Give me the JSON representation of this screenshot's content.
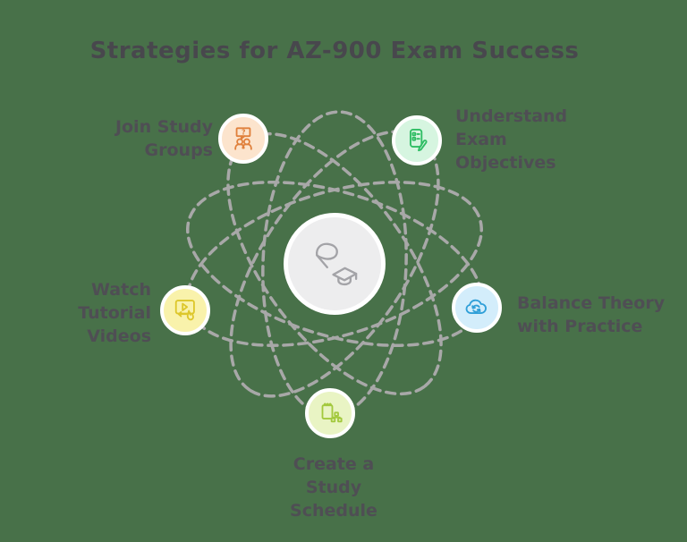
{
  "title": "Strategies for AZ-900 Exam Success",
  "colors": {
    "background": "#487149",
    "orbit": "#a8a8a8",
    "title_text": "#48474d",
    "label_text": "#4f4e54"
  },
  "center": {
    "icon": "flag-and-graduation-cap-icon",
    "bg": "#ededee",
    "icon_color": "#a3a3a7"
  },
  "nodes": [
    {
      "key": "join-study-groups",
      "label": "Join Study\nGroups",
      "icon": "study-group-discussion-icon",
      "bg": "#fce4cd",
      "icon_color": "#e0803c",
      "bubble_text": "?"
    },
    {
      "key": "understand-exam-objectives",
      "label": "Understand\nExam\nObjectives",
      "icon": "checklist-pencil-icon",
      "bg": "#d6f5e0",
      "icon_color": "#2fbd64"
    },
    {
      "key": "watch-tutorial-videos",
      "label": "Watch\nTutorial\nVideos",
      "icon": "video-player-hand-icon",
      "bg": "#f9f2ab",
      "icon_color": "#ddc72b"
    },
    {
      "key": "balance-theory-with-practice",
      "label": "Balance Theory\nwith Practice",
      "icon": "cloud-sync-icon",
      "bg": "#d3edfb",
      "icon_color": "#2f9fd8"
    },
    {
      "key": "create-a-study-schedule",
      "label": "Create a\nStudy\nSchedule",
      "icon": "notepad-blocks-icon",
      "bg": "#e9f4c4",
      "icon_color": "#a3c93e"
    }
  ]
}
